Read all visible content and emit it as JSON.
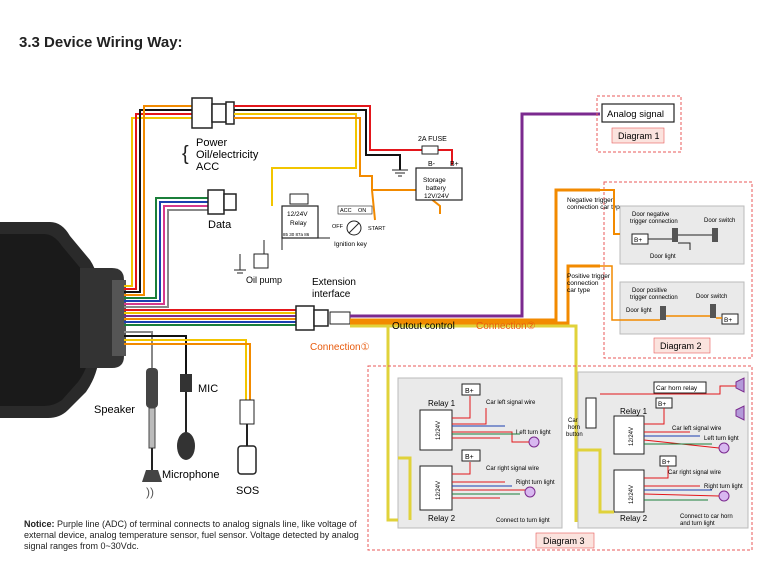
{
  "heading": "3.3 Device Wiring Way:",
  "labels": {
    "power_group": [
      "Power",
      "Oil/electricity",
      "ACC"
    ],
    "data": "Data",
    "oil_pump": "Oil pump",
    "extension_interface": [
      "Extension",
      "interface"
    ],
    "connection1": "Connection①",
    "connection2": "Connection②",
    "output_control": "Outout control",
    "speaker": "Speaker",
    "mic": "MIC",
    "microphone": "Microphone",
    "sos": "SOS",
    "fuse": "2A FUSE",
    "battery": [
      "Storage",
      "battery",
      "12V/24V"
    ],
    "relay_main": [
      "12/24V",
      "Relay"
    ],
    "relay_pins": "85  30  87a  86",
    "ignition_key": "Ignition key",
    "key_acc": "ACC",
    "key_on": "ON",
    "key_off": "OFF",
    "key_start": "START",
    "b_minus": "B-",
    "b_plus": "B+"
  },
  "diagram1": {
    "analog_signal": "Analog signal",
    "title": "Diagram 1"
  },
  "diagram2": {
    "neg_trigger": [
      "Negative trigger",
      "connection car type"
    ],
    "door_neg": [
      "Door negative",
      "trigger connection"
    ],
    "door_switch": "Door switch",
    "b_plus": "B+",
    "door_light": "Door light",
    "pos_trigger": [
      "Positive trigger",
      "connection",
      "car type"
    ],
    "door_pos": [
      "Door positive",
      "trigger connection"
    ],
    "door_switch2": "Door switch",
    "door_light2": "Door light",
    "title": "Diagram 2"
  },
  "diagram3": {
    "b_plus": "B+",
    "relay1": "Relay 1",
    "relay2": "Relay 2",
    "relay_voltage": "12/24V",
    "car_left_signal_wire": "Car left signal wire",
    "left_turn_light": "Left turn light",
    "car_right_signal_wire": "Car right signal wire",
    "right_turn_light": "Right turn light",
    "connect_turn_light": "Connect to turn light",
    "car_horn_relay": "Car horn relay",
    "car_horn_button": [
      "Car",
      "horn",
      "button"
    ],
    "connect_horn": [
      "Connect to car horn",
      "and turn light"
    ],
    "title": "Diagram 3"
  },
  "notice": {
    "bold": "Notice:",
    "text": " Purple line (ADC) of terminal connects to analog signals line, like voltage of external device, analog temperature sensor, fuel sensor. Voltage detected by analog signal ranges from 0~30Vdc."
  }
}
